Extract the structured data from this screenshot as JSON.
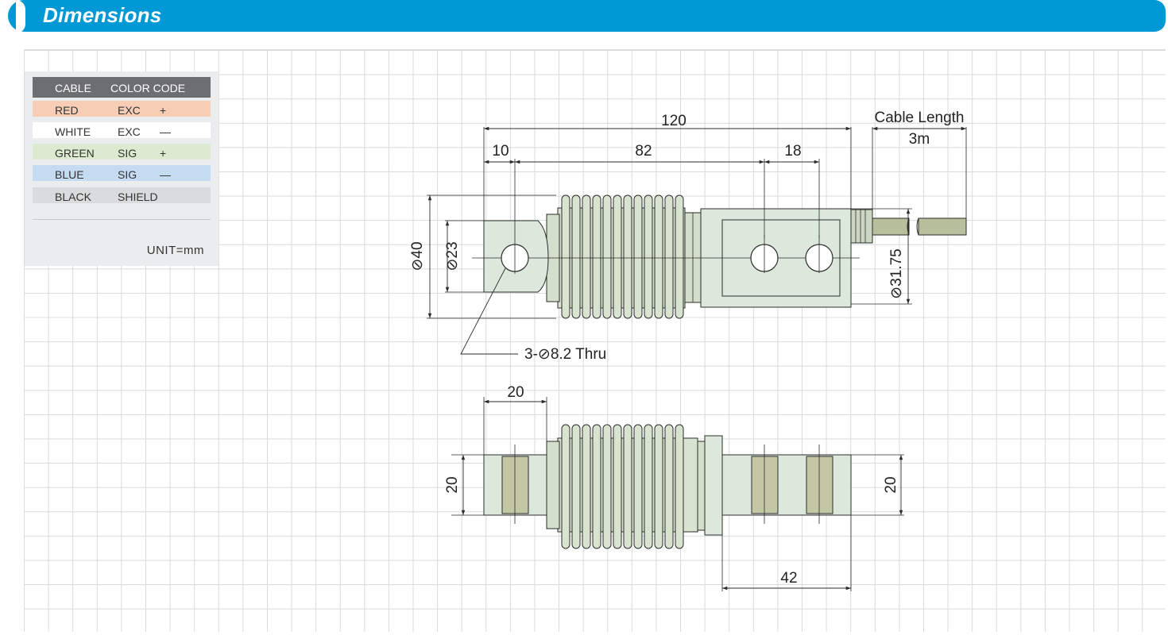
{
  "header": {
    "title": "Dimensions"
  },
  "legend": {
    "columns": [
      "CABLE",
      "COLOR CODE"
    ],
    "rows": [
      {
        "cable": "RED",
        "code": "EXC",
        "sign": "+",
        "color": "#f8cdb6"
      },
      {
        "cable": "WHITE",
        "code": "EXC",
        "sign": "—",
        "color": "#ffffff"
      },
      {
        "cable": "GREEN",
        "code": "SIG",
        "sign": "+",
        "color": "#dcebcf"
      },
      {
        "cable": "BLUE",
        "code": "SIG",
        "sign": "—",
        "color": "#c5dbf1"
      },
      {
        "cable": "BLACK",
        "code": "SHIELD",
        "sign": "",
        "color": "#dadbdc"
      }
    ],
    "unit": "UNIT=mm"
  },
  "dims": {
    "overall_length": "120",
    "left_offset": "10",
    "hole_spacing": "82",
    "right_offset": "18",
    "cable_length_label": "Cable Length",
    "cable_length": "3m",
    "dia_40": "⊘40",
    "dia_23": "⊘23",
    "dia_3175": "⊘31.75",
    "holes": "3-⊘8.2 Thru",
    "side_width_top": "20",
    "side_height_left": "20",
    "side_height_right": "20",
    "side_bottom": "42"
  },
  "colors": {
    "header": "#0099d6",
    "body_fill": "#dde8dc",
    "bellows_fill": "#d8e4cf",
    "insert_fill": "#c4c7a4",
    "cable_fill": "#b7bf9c",
    "line": "#2b2b2b"
  }
}
